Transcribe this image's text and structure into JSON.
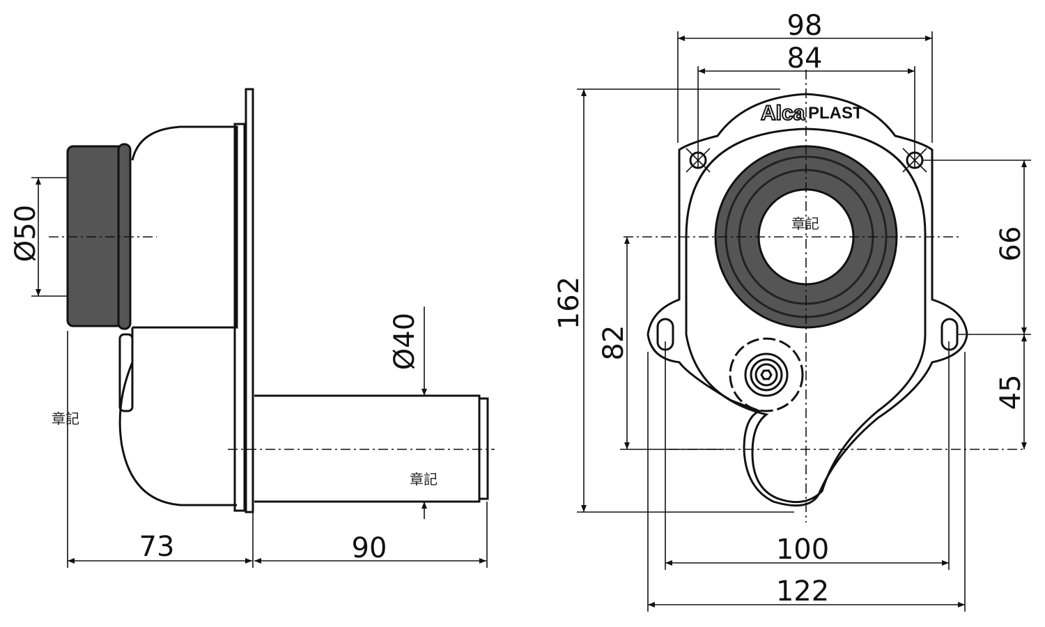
{
  "left_view": {
    "dims": {
      "outlet_diameter": "Ø50",
      "pipe_diameter": "Ø40",
      "body_depth": "73",
      "pipe_length": "90"
    }
  },
  "right_view": {
    "logo": {
      "part1": "Alca",
      "part2": "PLAST"
    },
    "dims": {
      "outer_hole_spacing": "98",
      "inner_hole_spacing": "84",
      "total_height": "162",
      "outlet_to_bottom": "82",
      "top_holes_to_side_holes": "66",
      "side_holes_to_bottom": "45",
      "side_hole_spacing": "100",
      "total_width": "122"
    }
  },
  "watermarks": [
    "章記",
    "章記",
    "章記"
  ],
  "colors": {
    "line": "#111111",
    "seal": "#555555"
  }
}
